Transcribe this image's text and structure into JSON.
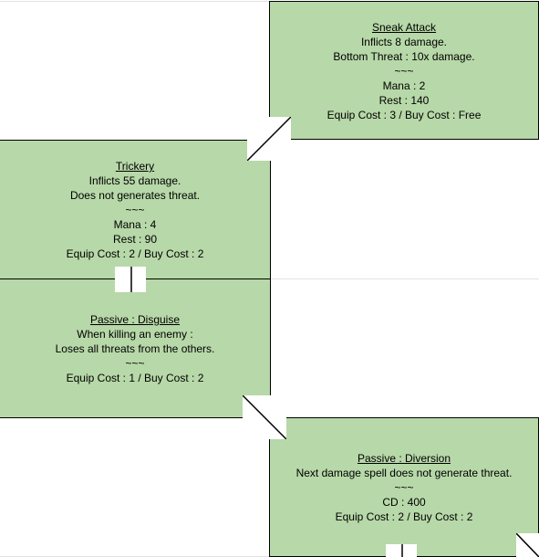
{
  "cards": [
    {
      "title": "Sneak Attack",
      "lines": [
        "Inflicts 8 damage.",
        "Bottom Threat : 10x damage.",
        "~~~",
        "Mana : 2",
        "Rest : 140",
        "Equip Cost : 3 / Buy Cost : Free"
      ]
    },
    {
      "title": "Trickery",
      "lines": [
        "Inflicts 55 damage.",
        "Does not generates threat.",
        "~~~",
        "Mana : 4",
        "Rest : 90",
        "Equip Cost : 2 / Buy Cost : 2"
      ]
    },
    {
      "title": "Passive : Disguise",
      "lines": [
        "When killing an enemy :",
        "Loses all threats from the others.",
        "~~~",
        "Equip Cost : 1 / Buy Cost : 2"
      ]
    },
    {
      "title": "Passive : Diversion",
      "lines": [
        "Next damage spell does not generate threat.",
        "~~~",
        "CD : 400",
        "Equip Cost : 2 / Buy Cost : 2"
      ]
    }
  ],
  "colors": {
    "card_fill": "#b7d8a8",
    "border": "#000000",
    "background": "#ffffff",
    "gridline": "#e3e3e3"
  }
}
